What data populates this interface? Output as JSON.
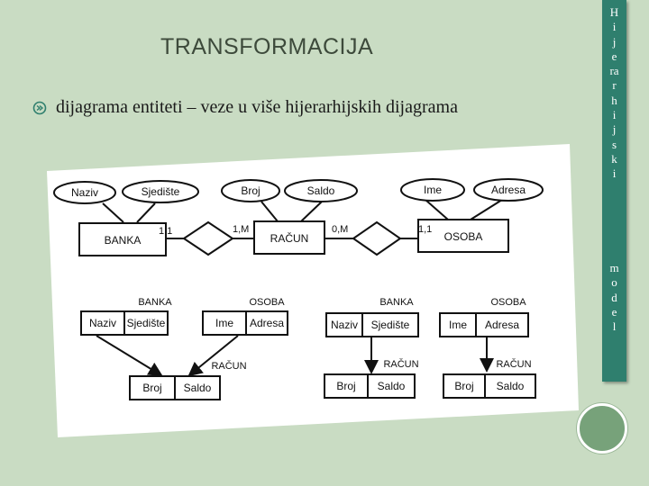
{
  "slide": {
    "title": "TRANSFORMACIJA",
    "bullet_text": "dijagrama entiteti – veze u više hijerarhijskih dijagrama",
    "side_text_part1": "H\ni\nj\ne\nra\nr\nh\ni\nj\ns\nk\ni",
    "side_text_part2": "m\no\nd\ne\nl"
  },
  "er_diagram": {
    "attributes": {
      "naziv": "Naziv",
      "sjediste": "Sjedište",
      "broj": "Broj",
      "saldo": "Saldo",
      "ime": "Ime",
      "adresa": "Adresa"
    },
    "entities": {
      "banka": "BANKA",
      "racun": "RAČUN",
      "osoba": "OSOBA"
    },
    "cardinalities": {
      "banka_side": "1,1",
      "racun_left": "1,M",
      "racun_right": "0,M",
      "osoba_side": "1,1"
    }
  },
  "hierarchies": {
    "h1": {
      "parent_a": "BANKA",
      "parent_b": "OSOBA",
      "child": "RAČUN",
      "a_fields": [
        "Naziv",
        "Sjedište"
      ],
      "b_fields": [
        "Ime",
        "Adresa"
      ],
      "child_fields": [
        "Broj",
        "Saldo"
      ]
    },
    "h2": {
      "parent": "BANKA",
      "child": "RAČUN",
      "parent_fields": [
        "Naziv",
        "Sjedište"
      ],
      "child_fields": [
        "Broj",
        "Saldo"
      ]
    },
    "h3": {
      "parent": "OSOBA",
      "child": "RAČUN",
      "parent_fields": [
        "Ime",
        "Adresa"
      ],
      "child_fields": [
        "Broj",
        "Saldo"
      ]
    }
  }
}
